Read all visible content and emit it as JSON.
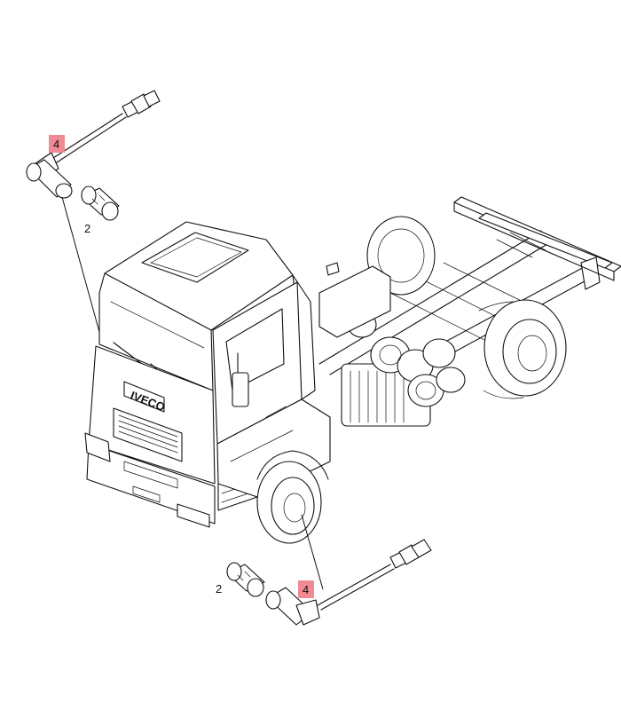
{
  "callouts": {
    "sensor_top": "4",
    "sensor_bottom": "4",
    "sleeve_top": "2",
    "sleeve_bottom": "2"
  },
  "colors": {
    "callout_highlight": "#f08a94",
    "line": "#111111",
    "background": "#ffffff"
  },
  "vehicle": {
    "grille_badge": "IVECO"
  }
}
